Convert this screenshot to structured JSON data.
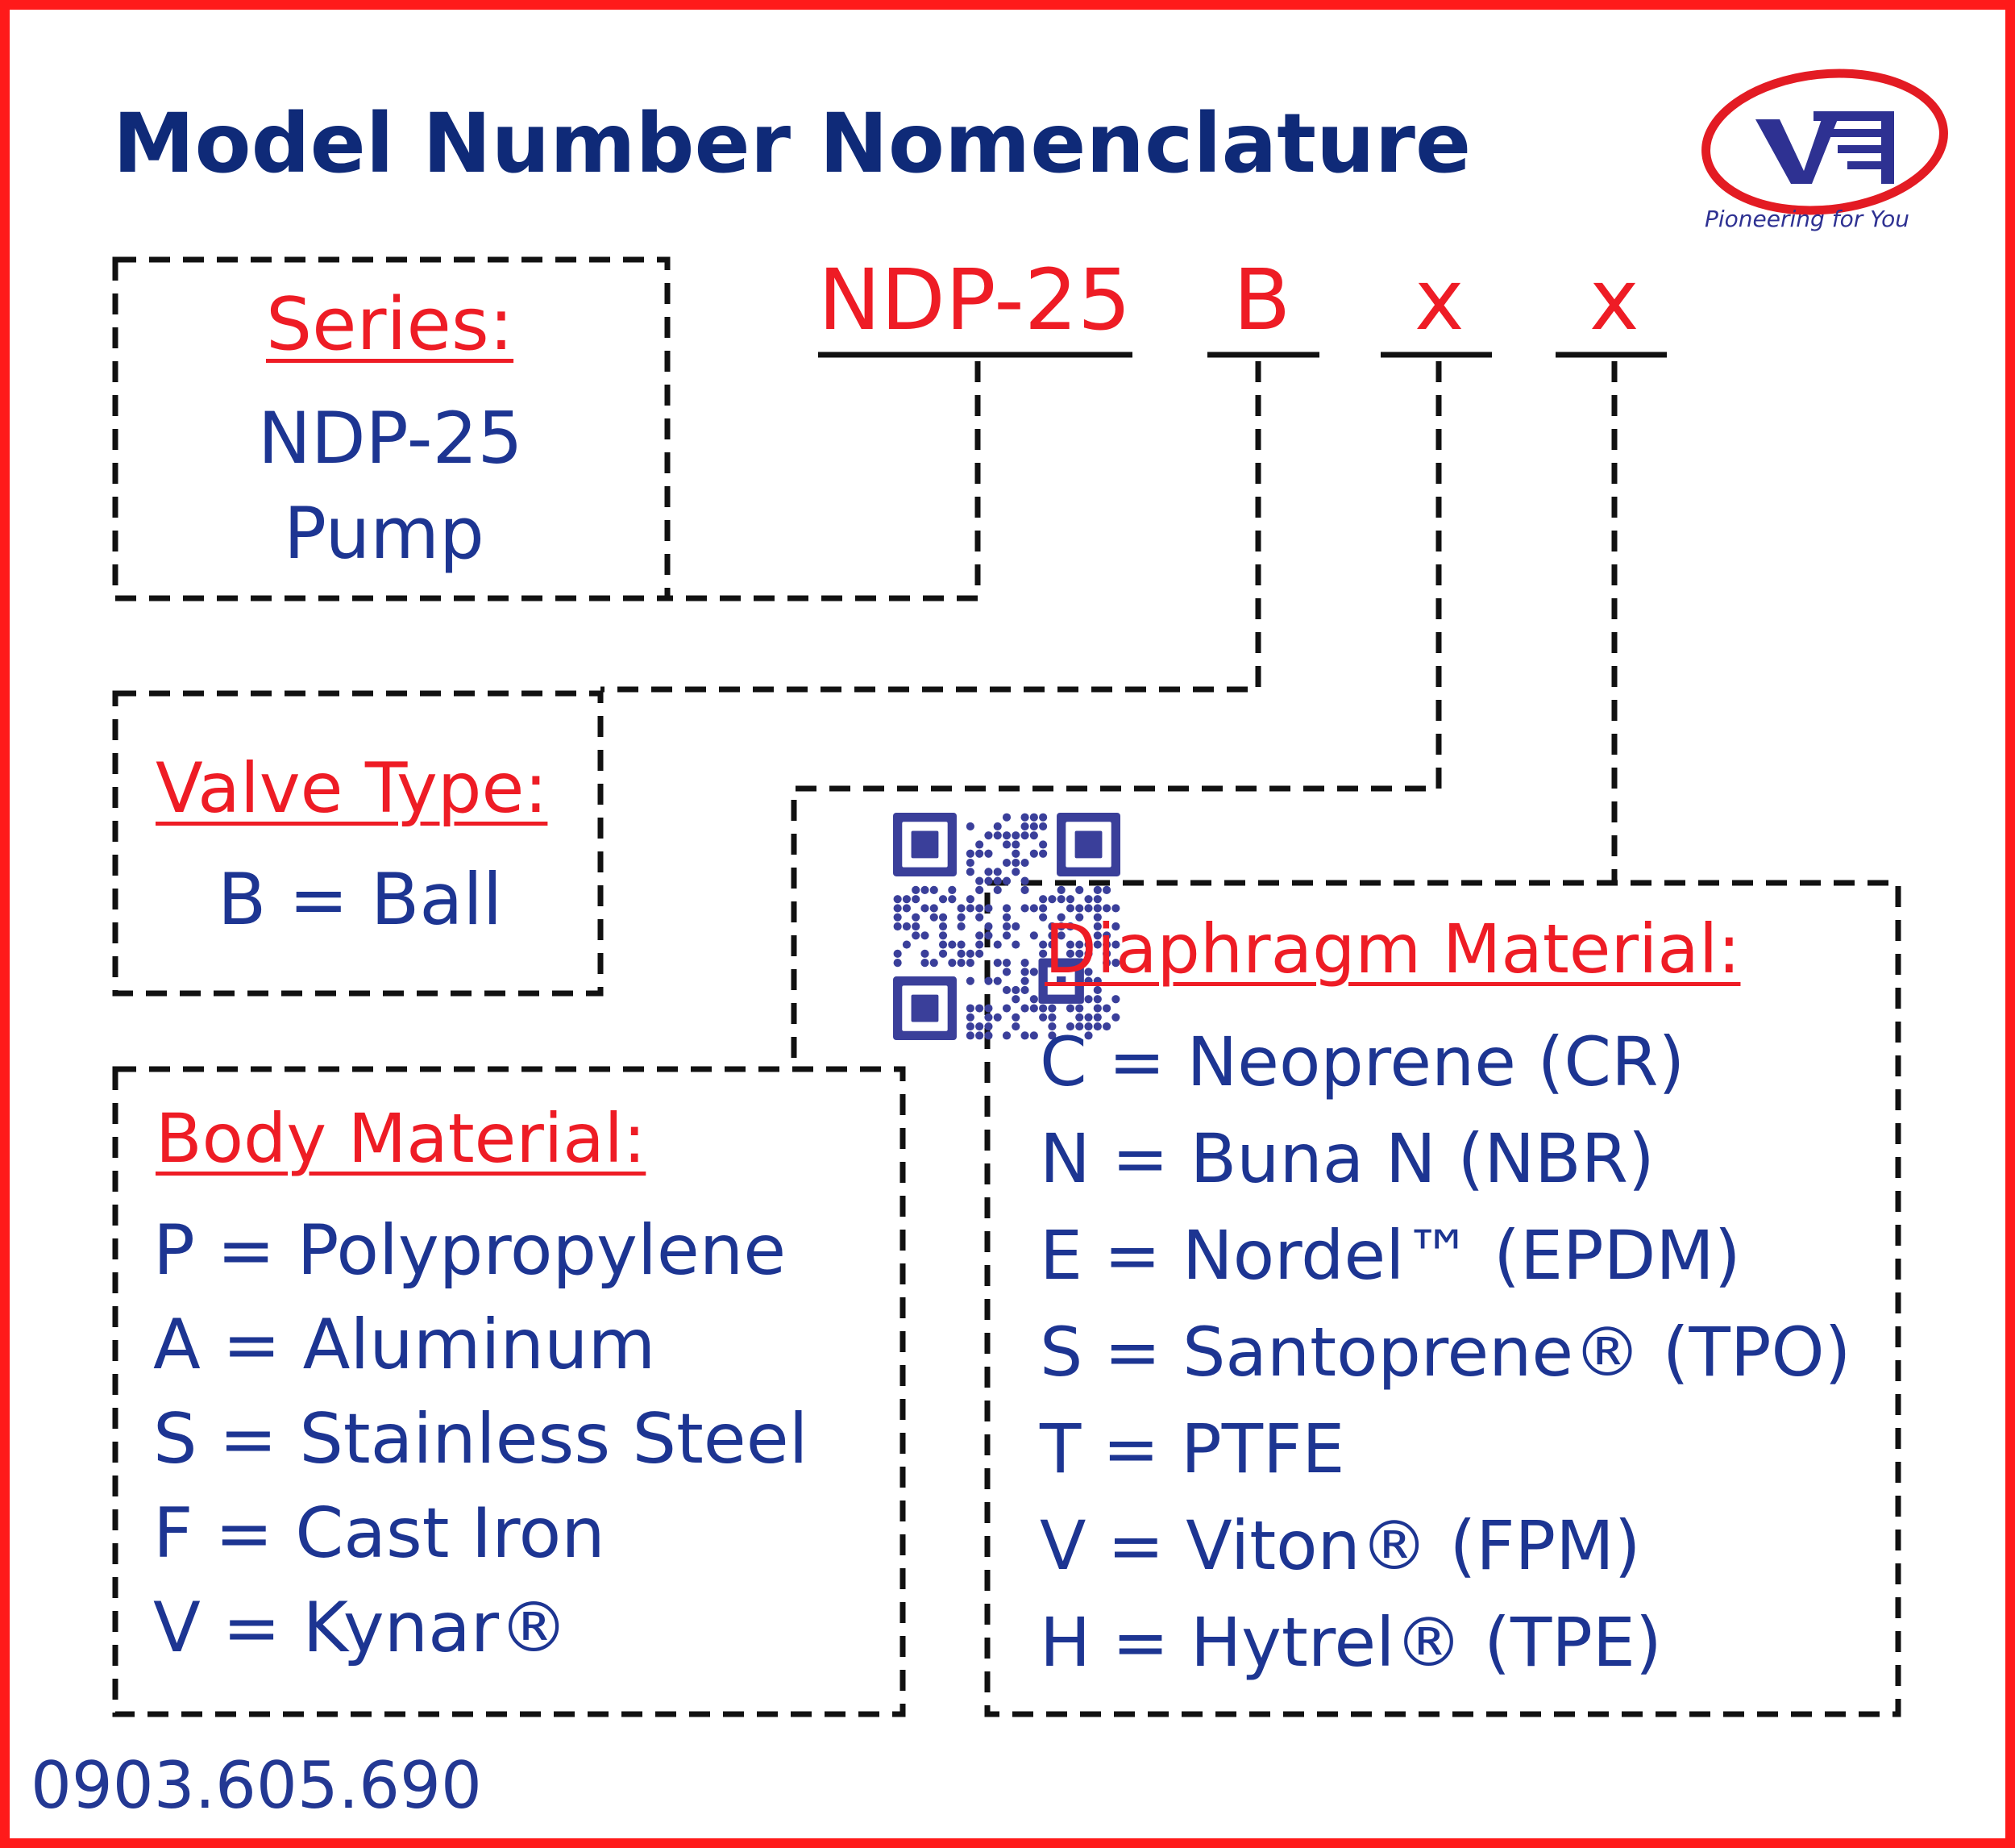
{
  "title": "Model Number Nomenclature",
  "logo": {
    "tagline": "Pioneering for You",
    "colors": {
      "ring": "#e31b23",
      "mark": "#2e3192"
    }
  },
  "model_code": [
    "NDP-25",
    "B",
    "x",
    "x"
  ],
  "series": {
    "heading": "Series:",
    "lines": [
      "NDP-25",
      "Pump"
    ]
  },
  "valve_type": {
    "heading": "Valve Type:",
    "lines": [
      "B = Ball"
    ]
  },
  "body_material": {
    "heading": "Body Material:",
    "lines": [
      "P = Polypropylene",
      "A = Aluminum",
      "S = Stainless Steel",
      "F = Cast Iron",
      "V = Kynar®"
    ]
  },
  "diaphragm_material": {
    "heading": "Diaphragm Material:",
    "lines": [
      "C = Neoprene (CR)",
      "N = Buna N (NBR)",
      "E = Nordel™  (EPDM)",
      "S = Santoprene® (TPO)",
      "T = PTFE",
      "V = Viton® (FPM)",
      "H = Hytrel® (TPE)"
    ]
  },
  "phone": "0903.605.690",
  "colors": {
    "border": "#ff1a1a",
    "title": "#0f2a78",
    "heading": "#ee1c25",
    "body_text": "#1d3592",
    "qr": "#3a3f9a"
  }
}
